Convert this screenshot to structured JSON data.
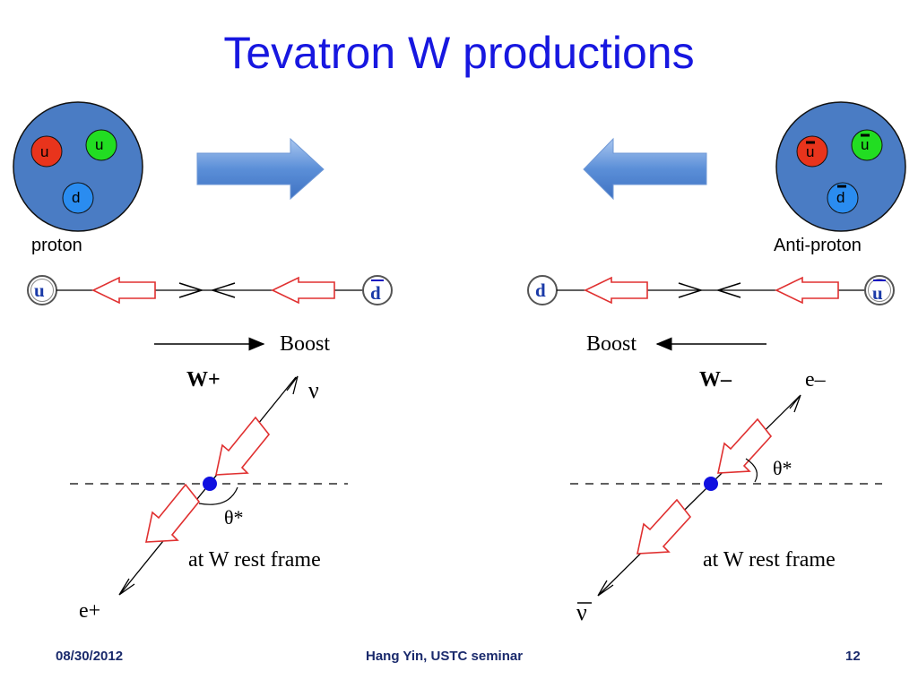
{
  "slide": {
    "title": "Tevatron W productions",
    "proton_label": "proton",
    "antiproton_label": "Anti-proton"
  },
  "proton": {
    "quarks": [
      "u",
      "u",
      "d"
    ],
    "quark_colors": [
      "#e8341c",
      "#22dd22",
      "#2a8cf0"
    ],
    "ball_color": "#4a7cc4"
  },
  "antiproton": {
    "quarks": [
      "u",
      "u",
      "d"
    ],
    "quark_colors": [
      "#e8341c",
      "#22dd22",
      "#2a8cf0"
    ],
    "ball_color": "#4a7cc4"
  },
  "left_panel": {
    "quark_in": "u",
    "antiquark_in": "d",
    "boost_label": "Boost",
    "boson": "W+",
    "particle_top": "ν",
    "particle_bottom": "e+",
    "angle": "θ*",
    "frame": "at W rest frame"
  },
  "right_panel": {
    "quark_in": "d",
    "antiquark_in": "u",
    "boost_label": "Boost",
    "boson": "W–",
    "particle_top": "e–",
    "particle_bottom": "ν",
    "angle": "θ*",
    "frame": "at W rest frame"
  },
  "footer": {
    "date": "08/30/2012",
    "presenter": "Hang Yin, USTC seminar",
    "page": "12"
  },
  "colors": {
    "title": "#1717e0",
    "spin_arrow": "#e03030",
    "vertex": "#1010e0",
    "beam_arrow": "#5b8fd8"
  }
}
